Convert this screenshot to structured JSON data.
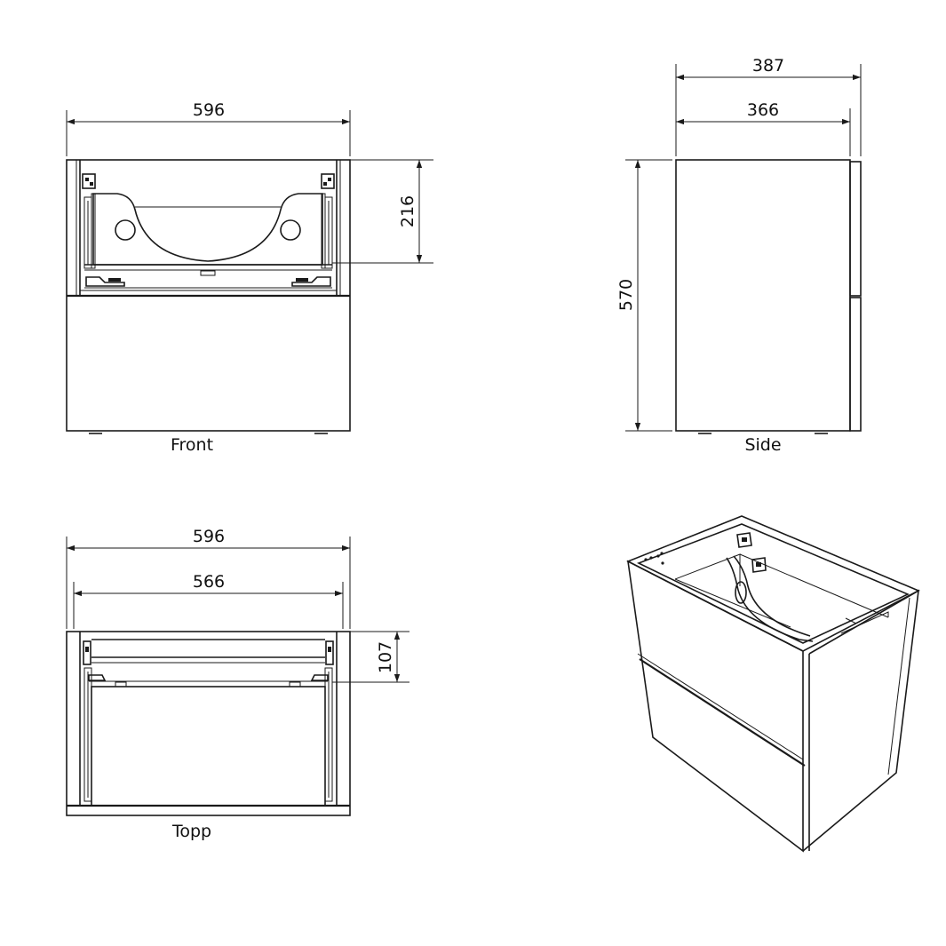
{
  "views": {
    "front": {
      "caption": "Front",
      "width_label": "596",
      "basin_depth_label": "216"
    },
    "side": {
      "caption": "Side",
      "total_depth_label": "387",
      "body_depth_label": "366",
      "height_label": "570"
    },
    "top": {
      "caption": "Topp",
      "width_label": "596",
      "inner_width_label": "566",
      "offset_label": "107"
    }
  },
  "colors": {
    "line": "#1a1a1a",
    "background": "#ffffff"
  }
}
